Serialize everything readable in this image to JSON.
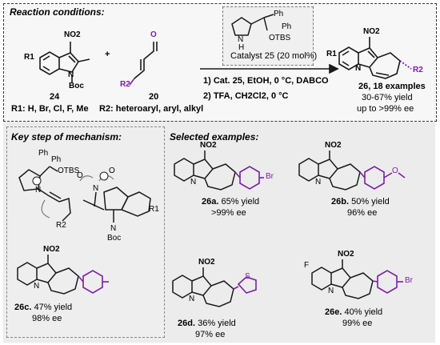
{
  "top": {
    "title": "Reaction conditions:",
    "reactant1": {
      "no2": "NO2",
      "r1": "R1",
      "n": "N",
      "boc": "Boc",
      "number": "24"
    },
    "plus": "+",
    "reactant2": {
      "o": "O",
      "r2": "R2",
      "number": "20"
    },
    "catalyst_struct": {
      "ph1": "Ph",
      "ph2": "Ph",
      "otbs": "OTBS",
      "n": "N",
      "h": "H"
    },
    "catalyst_label": "Catalyst 25 (20 mol%)",
    "step1": "1) Cat. 25, EtOH, 0 °C, DABCO",
    "step2": "2) TFA, CH2Cl2, 0 °C",
    "r1_def": "R1: H, Br, Cl, F, Me",
    "r2_def": "R2: heteroaryl, aryl, alkyl",
    "product": {
      "no2": "NO2",
      "r1": "R1",
      "r2": "R2",
      "n": "N",
      "number": "26, 18 examples",
      "yield": "30-67% yield",
      "ee": "up to >99% ee"
    }
  },
  "mechanism": {
    "title": "Key step of mechanism:",
    "ph1": "Ph",
    "ph2": "Ph",
    "otbs": "OTBS",
    "n": "N",
    "r2": "R2",
    "r1": "R1",
    "no2_n": "N",
    "no2_o1": "O",
    "no2_o2": "O",
    "boc": "Boc",
    "indole_n": "N"
  },
  "examples": {
    "title": "Selected examples:",
    "items": [
      {
        "id": "26a.",
        "yield": "65% yield",
        "ee": ">99% ee",
        "no2": "NO2",
        "sub": "Br",
        "n": "N"
      },
      {
        "id": "26b.",
        "yield": "50% yield",
        "ee": "96% ee",
        "no2": "NO2",
        "sub": "O",
        "n": "N"
      },
      {
        "id": "26c.",
        "yield": "47% yield",
        "ee": "98% ee",
        "no2": "NO2",
        "sub": "",
        "n": "N"
      },
      {
        "id": "26d.",
        "yield": "36% yield",
        "ee": "97% ee",
        "no2": "NO2",
        "sub": "S",
        "n": "N"
      },
      {
        "id": "26e.",
        "yield": "40% yield",
        "ee": "99% ee",
        "no2": "NO2",
        "sub": "Br",
        "f": "F",
        "n": "N"
      }
    ]
  },
  "colors": {
    "accent": "#7b1fa2",
    "bond": "#1a1a1a"
  }
}
